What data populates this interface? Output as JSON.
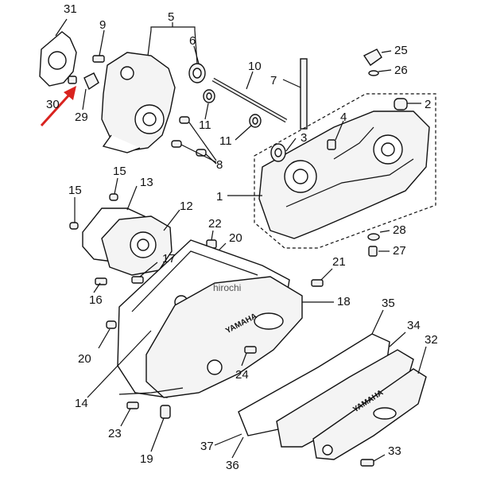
{
  "diagram": {
    "watermark": "hirochi",
    "brand_cover_1": "YAMAHA",
    "brand_cover_2": "YAMAHA",
    "arrow_color": "#d9231f",
    "callouts": {
      "c1": "1",
      "c2": "2",
      "c3": "3",
      "c4": "4",
      "c5": "5",
      "c6": "6",
      "c7": "7",
      "c8": "8",
      "c9": "9",
      "c10": "10",
      "c11a": "11",
      "c11b": "11",
      "c12": "12",
      "c13": "13",
      "c14": "14",
      "c15a": "15",
      "c15b": "15",
      "c16": "16",
      "c17": "17",
      "c18": "18",
      "c19": "19",
      "c20a": "20",
      "c20b": "20",
      "c21": "21",
      "c22": "22",
      "c23": "23",
      "c24": "24",
      "c25": "25",
      "c26": "26",
      "c27": "27",
      "c28": "28",
      "c29": "29",
      "c30": "30",
      "c31": "31",
      "c32": "32",
      "c33": "33",
      "c34": "34",
      "c35": "35",
      "c36": "36",
      "c37": "37"
    }
  }
}
